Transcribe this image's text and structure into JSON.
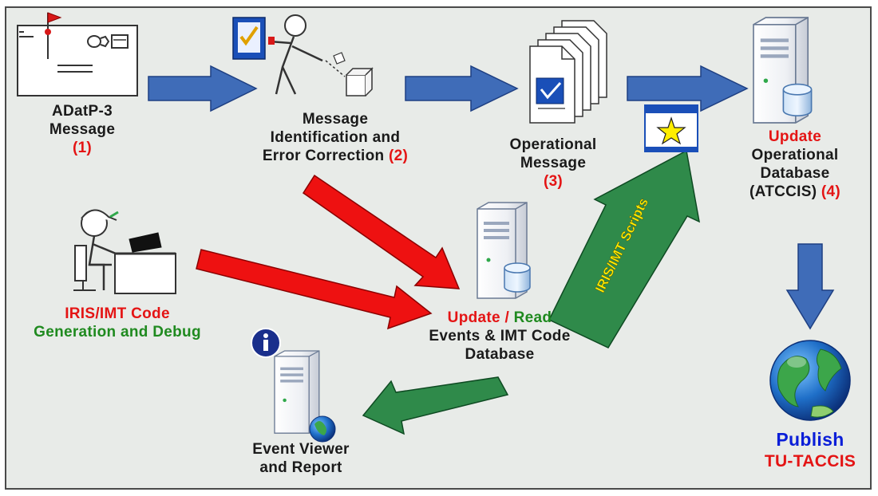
{
  "labels": {
    "adatp3_line1": "ADatP-3",
    "adatp3_line2": "Message",
    "adatp3_num": "(1)",
    "msgid_line1": "Message",
    "msgid_line2": "Identification and",
    "msgid_line3": "Error Correction",
    "msgid_num": "(2)",
    "opmsg_line1": "Operational",
    "opmsg_line2": "Message",
    "opmsg_num": "(3)",
    "opdb_update": "Update",
    "opdb_line2": "Operational",
    "opdb_line3": "Database",
    "opdb_line4": "(ATCCIS)",
    "opdb_num": "(4)",
    "iris_line1": "IRIS/IMT Code",
    "iris_line2": "Generation and Debug",
    "events_update": "Update",
    "events_sep": "/",
    "events_read": "Read",
    "events_line2": "Events & IMT Code",
    "events_line3": "Database",
    "viewer_line1": "Event Viewer",
    "viewer_line2": "and Report",
    "publish_line1": "Publish",
    "publish_line2": "TU-TACCIS",
    "scripts_arrow": "IRIS/IMT Scripts"
  },
  "colors": {
    "background": "#e8ebe8",
    "blue_arrow": "#3f6cb8",
    "red_arrow": "#ee1111",
    "green_arrow": "#2f8a4a",
    "highlight_red": "#e41414",
    "highlight_green": "#1f8a1f",
    "highlight_blue": "#0a1ed8"
  },
  "icons": {
    "adatp3": "envelope-icon",
    "msgid": "person-sorting-icon",
    "opmsg": "document-stack-icon",
    "star": "star-window-icon",
    "opdb": "server-database-icon",
    "iris": "programmer-at-desk-icon",
    "events": "server-database-icon",
    "viewer": "info-server-icon",
    "publish": "globe-icon"
  }
}
